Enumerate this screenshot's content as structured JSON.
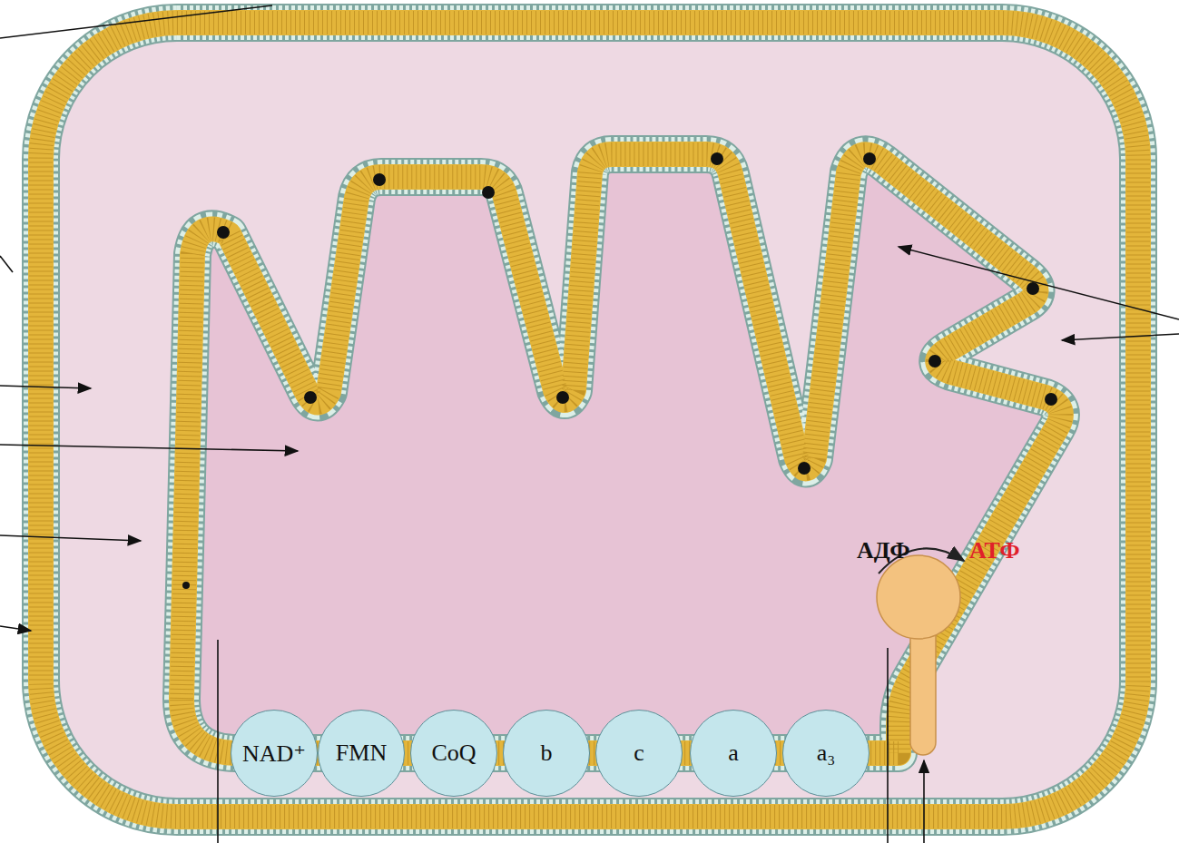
{
  "diagram": {
    "nodes": [
      {
        "text": [
          "NAD⁺"
        ]
      },
      {
        "text": [
          "FMN"
        ]
      },
      {
        "text": [
          "CoQ"
        ]
      },
      {
        "text": [
          "b"
        ]
      },
      {
        "text": [
          "c"
        ]
      },
      {
        "text": [
          "a"
        ]
      },
      {
        "text": [
          "a₃"
        ]
      }
    ],
    "labels": [
      "АДФ",
      "АТФ"
    ]
  }
}
